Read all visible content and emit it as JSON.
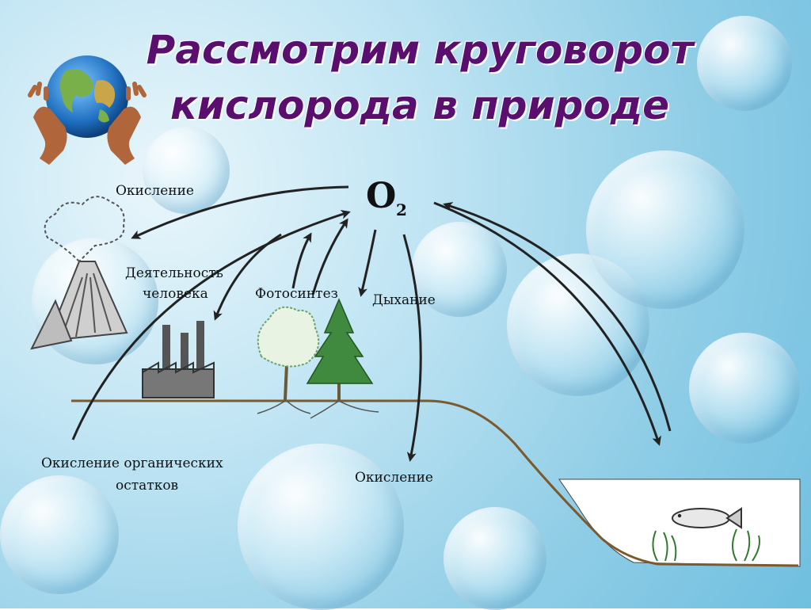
{
  "title": {
    "line1": "Рассмотрим круговорот",
    "line2": "кислорода в природе"
  },
  "diagram": {
    "center": "O",
    "center_sub": "2",
    "labels": {
      "oxidation_top": "Окисление",
      "human_activity_1": "Деятельность",
      "human_activity_2": "человека",
      "photosynthesis": "Фотосинтез",
      "respiration": "Дыхание",
      "organic_1": "Окисление органических",
      "organic_2": "остатков",
      "oxidation_bottom": "Окисление"
    }
  },
  "colors": {
    "title": "#5a0e6e",
    "arrows": "#222222",
    "ground": "#7a5a2e",
    "water": "#ffffff",
    "plants": "#2f7a2f"
  },
  "icons": [
    "globe-in-hands-icon",
    "volcano-icon",
    "factory-icon",
    "deciduous-tree-icon",
    "fir-tree-icon",
    "fish-icon",
    "seaweed-icon"
  ]
}
